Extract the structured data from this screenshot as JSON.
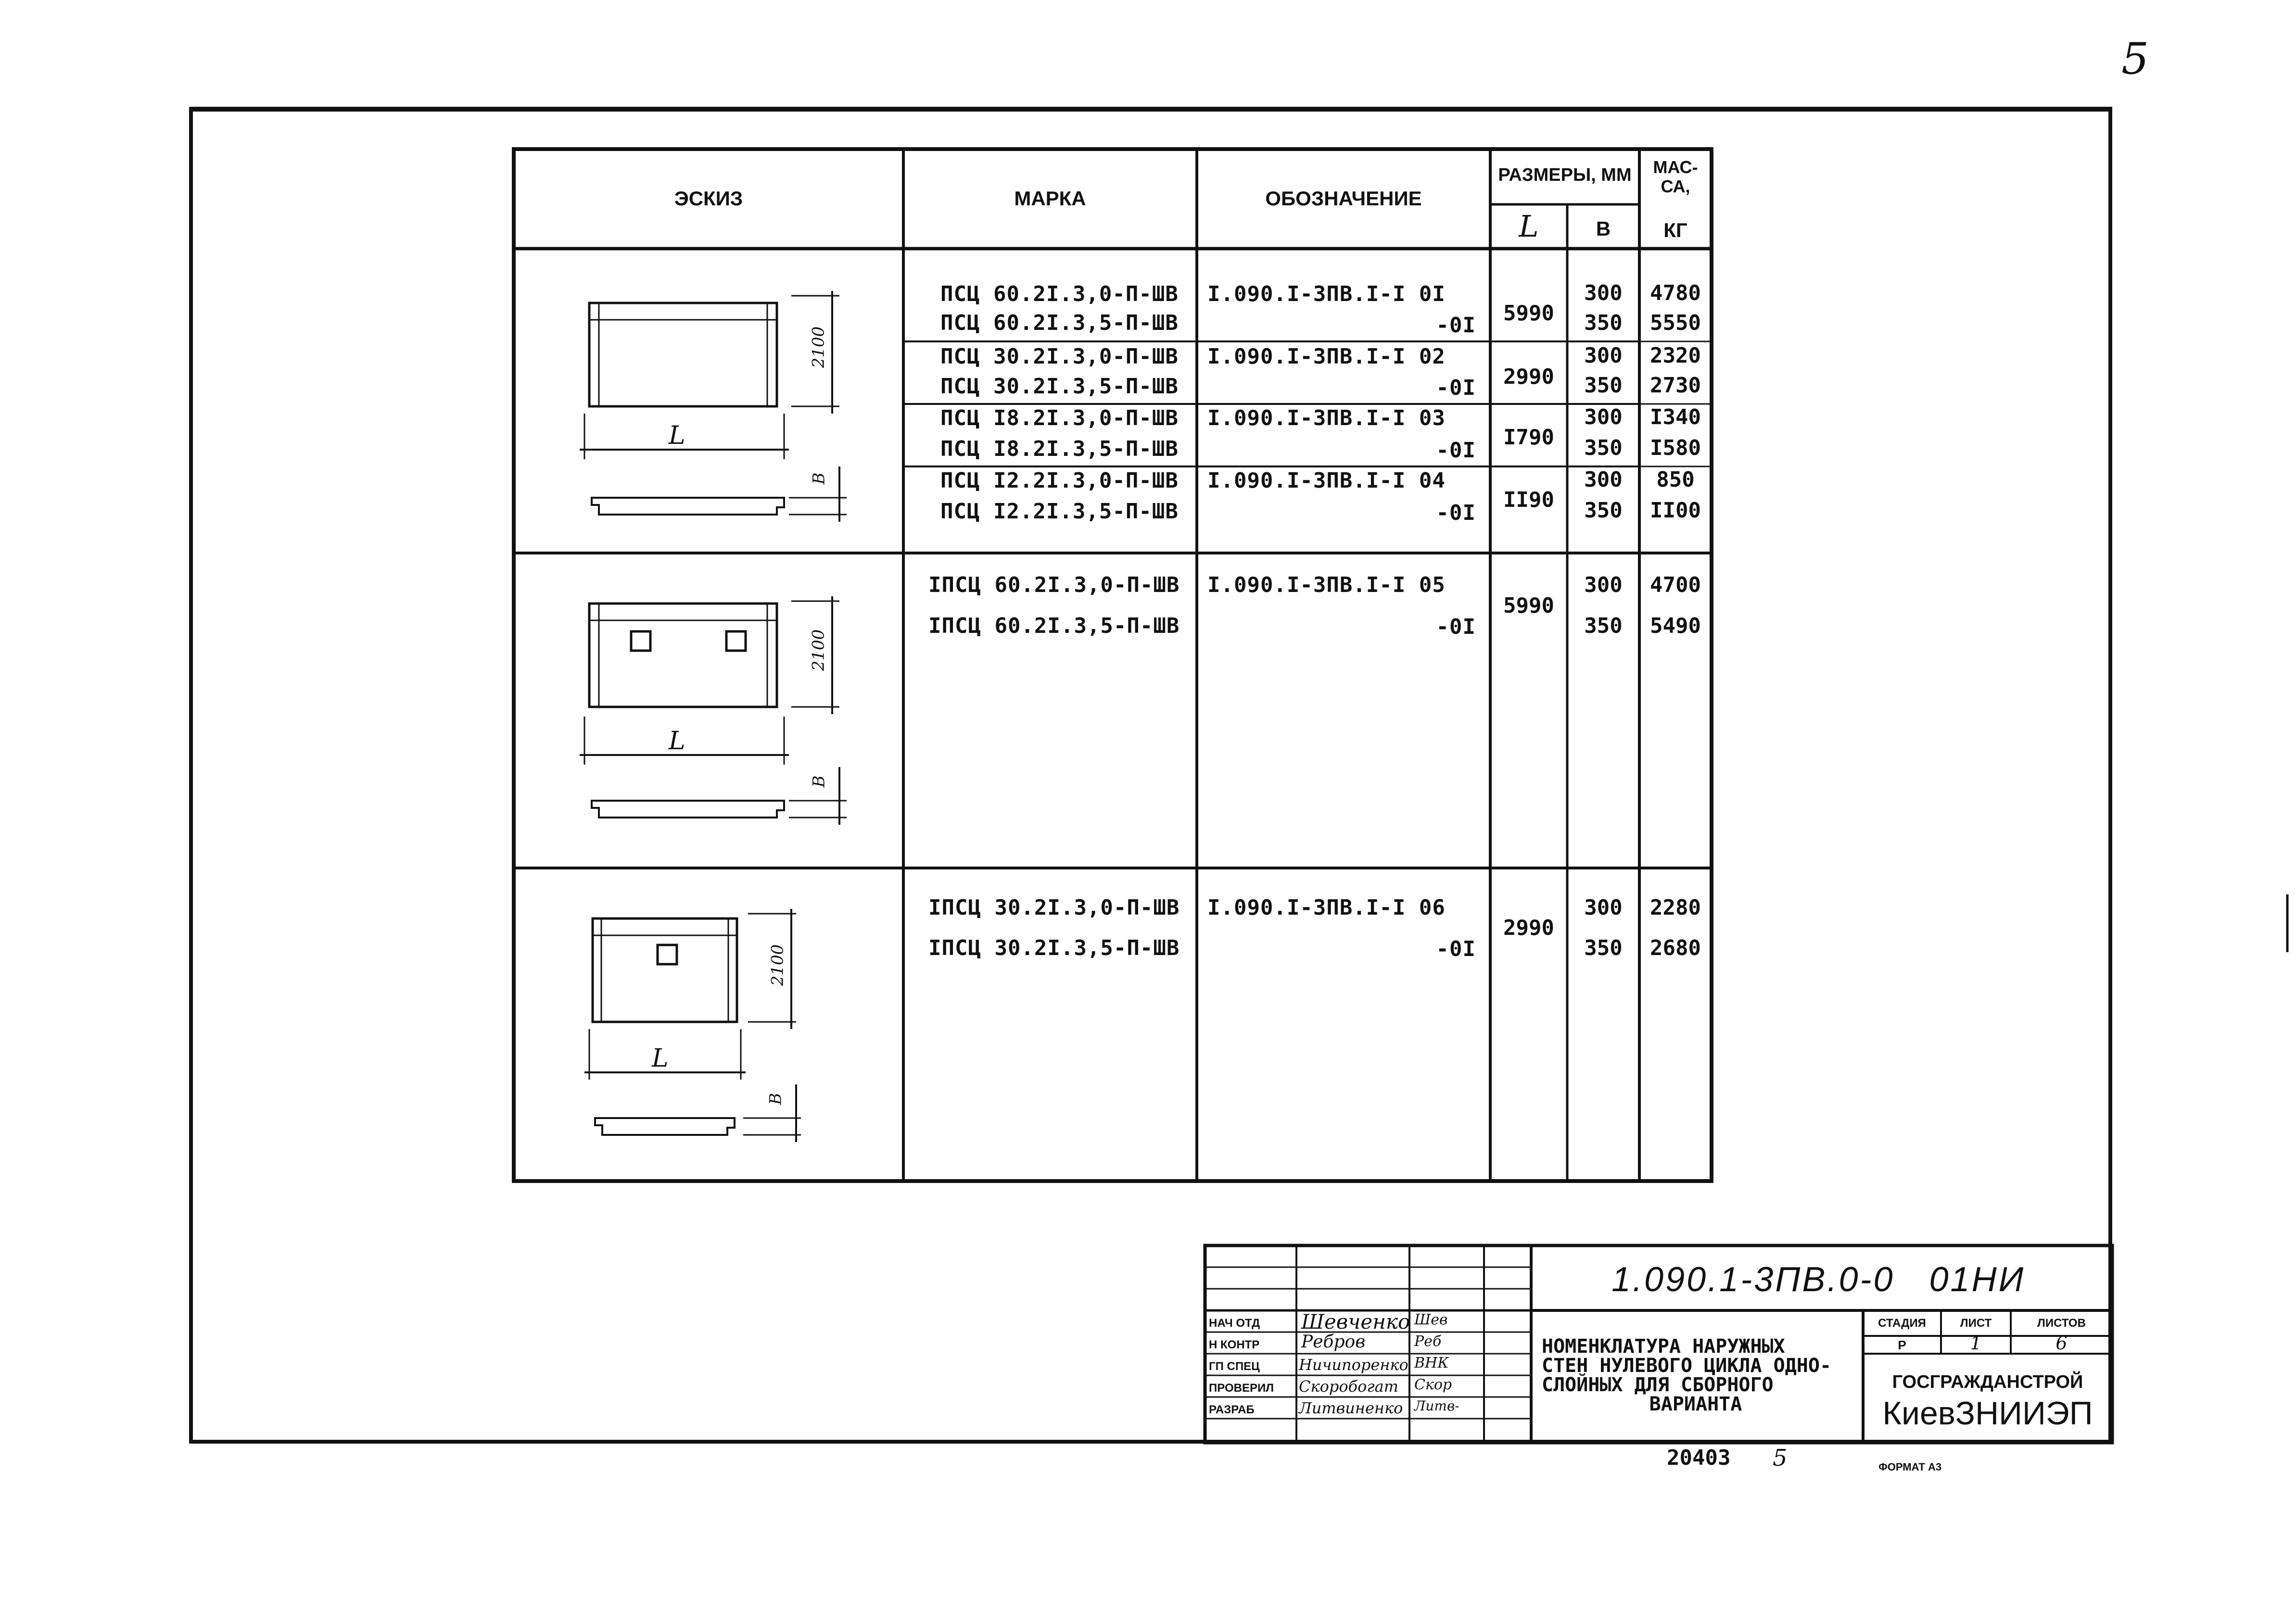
{
  "page_number": "5",
  "table": {
    "headers": {
      "sketch": "ЭСКИЗ",
      "mark": "МАРКА",
      "designation": "ОБОЗНАЧЕНИЕ",
      "dimensions": "РАЗМЕРЫ, ММ",
      "dim_l": "L",
      "dim_b": "В",
      "mass_1": "МАС-",
      "mass_2": "СА,",
      "mass_3": "КГ"
    },
    "group1": {
      "rows": [
        {
          "mark": "ПСЦ 60.2I.3,0-П-ШВ",
          "designation": "I.090.I-3ПВ.I-I 0I",
          "b": "300",
          "mass": "4780"
        },
        {
          "mark": "ПСЦ 60.2I.3,5-П-ШВ",
          "designation": "-0I",
          "b": "350",
          "mass": "5550"
        },
        {
          "mark": "ПСЦ 30.2I.3,0-П-ШВ",
          "designation": "I.090.I-3ПВ.I-I 02",
          "b": "300",
          "mass": "2320"
        },
        {
          "mark": "ПСЦ 30.2I.3,5-П-ШВ",
          "designation": "-0I",
          "b": "350",
          "mass": "2730"
        },
        {
          "mark": "ПСЦ I8.2I.3,0-П-ШВ",
          "designation": "I.090.I-3ПВ.I-I 03",
          "b": "300",
          "mass": "I340"
        },
        {
          "mark": "ПСЦ I8.2I.3,5-П-ШВ",
          "designation": "-0I",
          "b": "350",
          "mass": "I580"
        },
        {
          "mark": "ПСЦ I2.2I.3,0-П-ШВ",
          "designation": "I.090.I-3ПВ.I-I 04",
          "b": "300",
          "mass": "850"
        },
        {
          "mark": "ПСЦ I2.2I.3,5-П-ШВ",
          "designation": "-0I",
          "b": "350",
          "mass": "II00"
        }
      ],
      "lengths": [
        "5990",
        "2990",
        "I790",
        "II90"
      ]
    },
    "group2": {
      "rows": [
        {
          "mark": "IПСЦ 60.2I.3,0-П-ШВ",
          "designation": "I.090.I-3ПВ.I-I 05",
          "b": "300",
          "mass": "4700"
        },
        {
          "mark": "IПСЦ 60.2I.3,5-П-ШВ",
          "designation": "-0I",
          "b": "350",
          "mass": "5490"
        }
      ],
      "length": "5990"
    },
    "group3": {
      "rows": [
        {
          "mark": "IПСЦ 30.2I.3,0-П-ШВ",
          "designation": "I.090.I-3ПВ.I-I 06",
          "b": "300",
          "mass": "2280"
        },
        {
          "mark": "IПСЦ 30.2I.3,5-П-ШВ",
          "designation": "-0I",
          "b": "350",
          "mass": "2680"
        }
      ],
      "length": "2990"
    },
    "sketch_labels": {
      "height": "2100",
      "length": "L",
      "thickness": "В"
    }
  },
  "title_block": {
    "doc_code": "1.090.1-3ПВ.0-0   01НИ",
    "roles": [
      "НАЧ ОТД",
      "Н КОНТР",
      "ГП СПЕЦ",
      "ПРОВЕРИЛ",
      "РАЗРАБ"
    ],
    "names": [
      "Шевченко",
      "Ребров",
      "Ничипоренко",
      "Скоробогат",
      "Литвиненко"
    ],
    "signatures": [
      "Шев",
      "Реб",
      "ВНК",
      "Скор",
      "Литв-"
    ],
    "title_lines": [
      "НОМЕНКЛАТУРА НАРУЖНЫХ",
      "СТЕН НУЛЕВОГО ЦИКЛА ОДНО-",
      "СЛОЙНЫХ ДЛЯ СБОРНОГО",
      "ВАРИАНТА"
    ],
    "stage_label": "СТАДИЯ",
    "sheet_label": "ЛИСТ",
    "sheets_label": "ЛИСТОВ",
    "stage": "Р",
    "sheet": "1",
    "sheets": "6",
    "org_1": "ГОСГРАЖДАНСТРОЙ",
    "org_2": "КиевЗНИИЭП"
  },
  "footer": {
    "inventory": "20403",
    "inv_sheet": "5",
    "format": "ФОРМАТ А3"
  }
}
